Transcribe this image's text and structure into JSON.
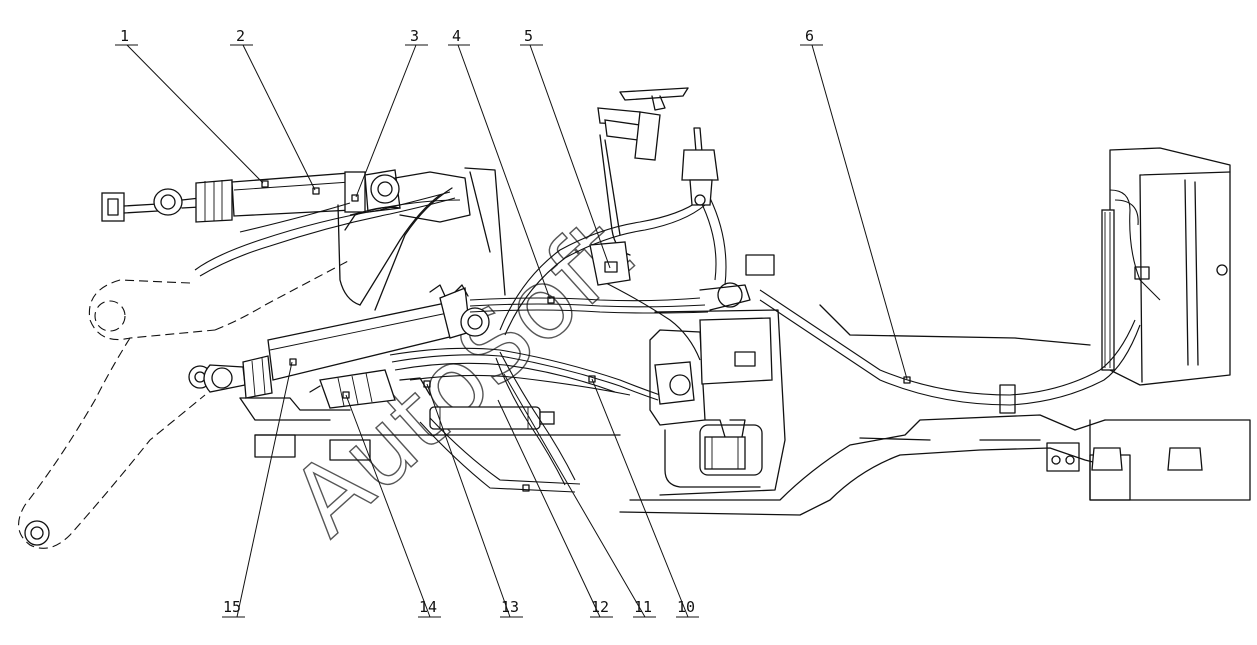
{
  "drawing": {
    "watermark": "AutoSoft",
    "callouts": [
      {
        "id": "callout-1",
        "label": "1"
      },
      {
        "id": "callout-2",
        "label": "2"
      },
      {
        "id": "callout-3",
        "label": "3"
      },
      {
        "id": "callout-4",
        "label": "4"
      },
      {
        "id": "callout-5",
        "label": "5"
      },
      {
        "id": "callout-6",
        "label": "6"
      },
      {
        "id": "callout-10",
        "label": "10"
      },
      {
        "id": "callout-11",
        "label": "11"
      },
      {
        "id": "callout-12",
        "label": "12"
      },
      {
        "id": "callout-13",
        "label": "13"
      },
      {
        "id": "callout-14",
        "label": "14"
      },
      {
        "id": "callout-15",
        "label": "15"
      }
    ]
  }
}
